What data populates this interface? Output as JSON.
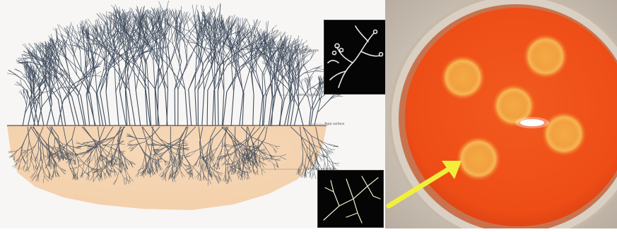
{
  "figure": {
    "left_panel": {
      "kind": "illustration",
      "labels": [
        {
          "text": "Chain of conidiospores"
        },
        {
          "text": "Aerial hyphae"
        },
        {
          "text": "Agar surface"
        },
        {
          "text": "Substrate mycelium"
        }
      ],
      "insets": [
        "micrograph-aerial-hyphae",
        "micrograph-substrate-mycelium"
      ]
    },
    "right_panel": {
      "kind": "photograph",
      "subject": "agar-plate-with-colonies",
      "colony_count": 5,
      "arrow_color": "#f2ef3a",
      "agar_color": "#f0501a",
      "colony_color": "#f0a23f"
    }
  }
}
